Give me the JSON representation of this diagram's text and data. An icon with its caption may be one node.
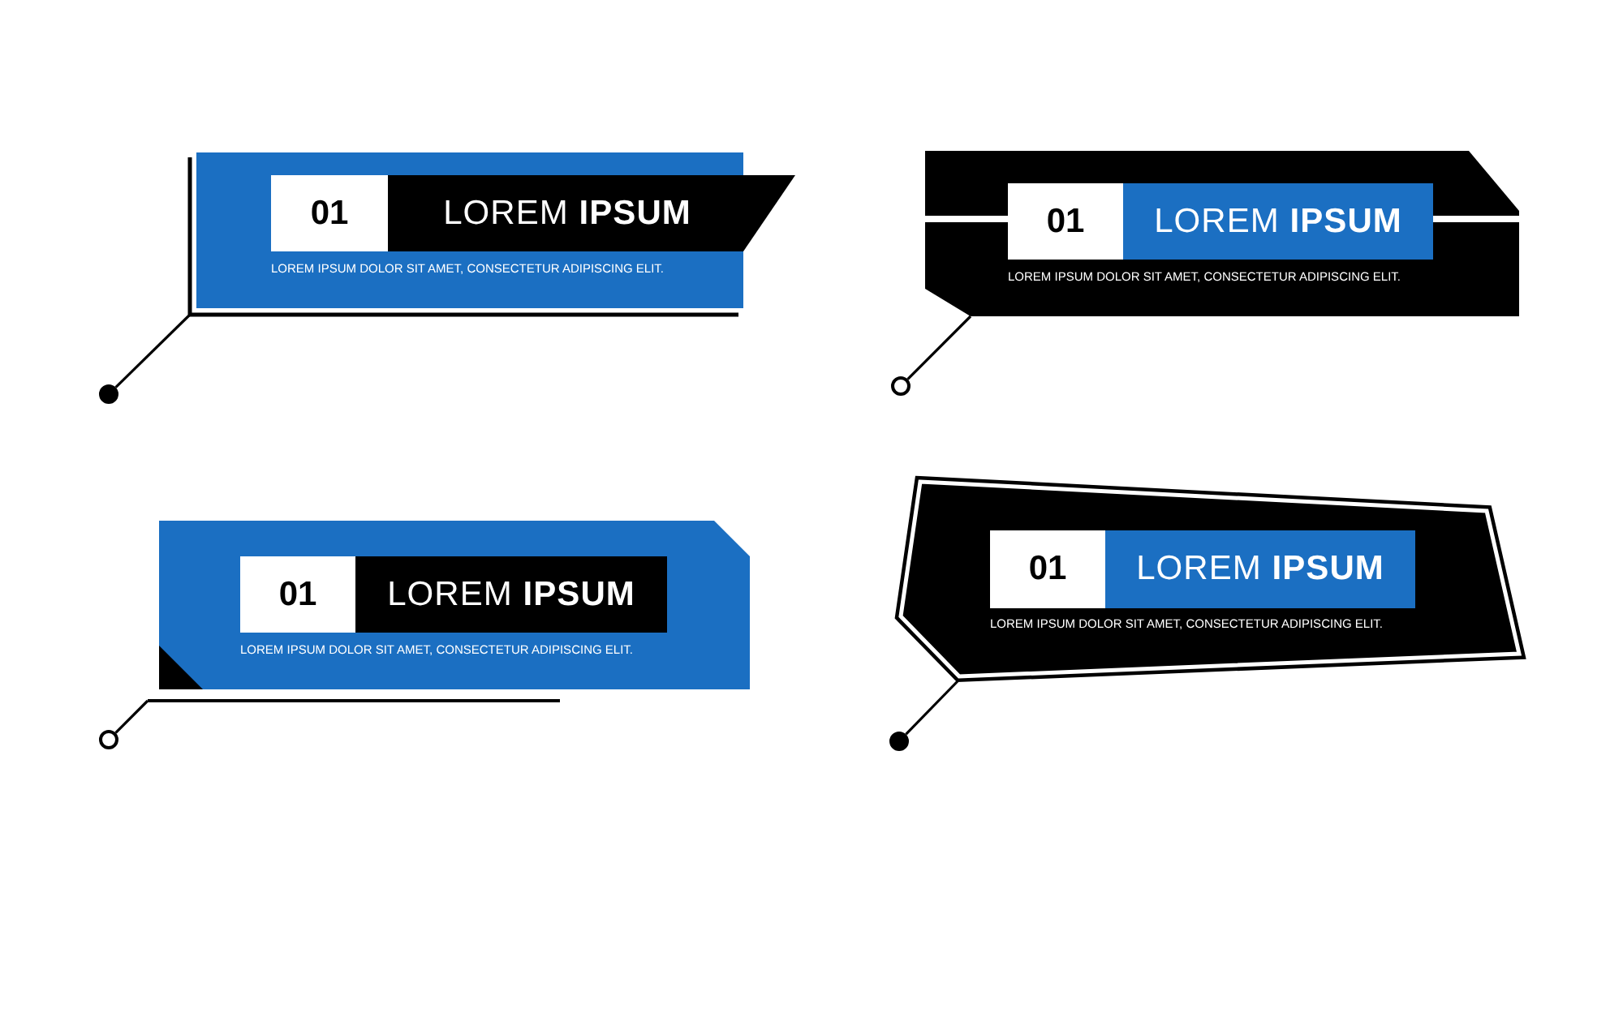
{
  "diagram": {
    "nodes": [
      {
        "text": [
          "LOREM IPSUM DOLOR SIT AMET, CONSECTETUR ADIPISCING ELIT."
        ]
      },
      {
        "text": [
          "01"
        ],
        "in": 0
      },
      {
        "text": [
          "LOREM **IPSUM**"
        ],
        "in": 0
      },
      {
        "text": [],
        "shape": "circle"
      },
      {
        "text": [
          "LOREM IPSUM DOLOR SIT AMET, CONSECTETUR ADIPISCING ELIT."
        ]
      },
      {
        "text": [
          "01"
        ],
        "in": 4
      },
      {
        "text": [
          "LOREM **IPSUM**"
        ],
        "in": 4
      },
      {
        "text": [],
        "shape": "circle"
      },
      {
        "text": [
          "LOREM IPSUM DOLOR SIT AMET, CONSECTETUR ADIPISCING ELIT."
        ]
      },
      {
        "text": [
          "01"
        ],
        "in": 8
      },
      {
        "text": [
          "LOREM **IPSUM**"
        ],
        "in": 8
      },
      {
        "text": [],
        "shape": "circle"
      },
      {
        "text": [
          "LOREM IPSUM DOLOR SIT AMET, CONSECTETUR ADIPISCING ELIT."
        ]
      },
      {
        "text": [
          "01"
        ],
        "in": 12
      },
      {
        "text": [
          "LOREM **IPSUM**"
        ],
        "in": 12
      },
      {
        "text": [],
        "shape": "circle"
      }
    ],
    "edges": [
      {
        "from": 3,
        "to": 0,
        "arrow": "none"
      },
      {
        "from": 7,
        "to": 4,
        "arrow": "none"
      },
      {
        "from": 11,
        "to": 8,
        "arrow": "none"
      },
      {
        "from": 15,
        "to": 12,
        "arrow": "none"
      }
    ]
  }
}
